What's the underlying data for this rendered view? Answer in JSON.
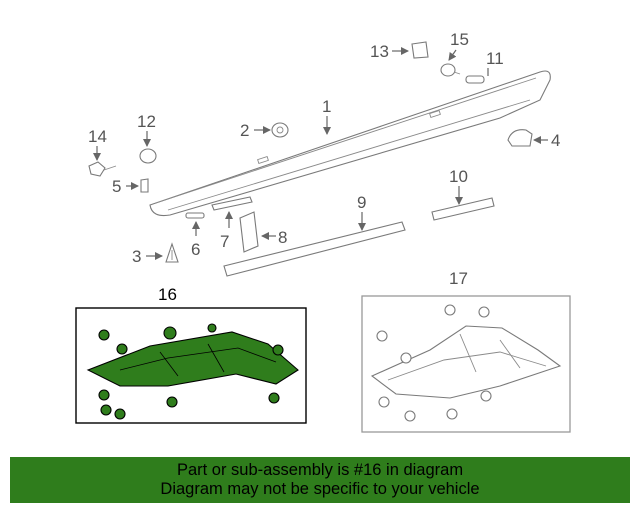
{
  "callouts": {
    "c1": "1",
    "c2": "2",
    "c3": "3",
    "c4": "4",
    "c5": "5",
    "c6": "6",
    "c7": "7",
    "c8": "8",
    "c9": "9",
    "c10": "10",
    "c11": "11",
    "c12": "12",
    "c13": "13",
    "c14": "14",
    "c15": "15",
    "c16": "16",
    "c17": "17"
  },
  "highlight": {
    "part_number": "16",
    "color": "#2f7d1c"
  },
  "banner": {
    "line1": "Part or sub-assembly is #16 in diagram",
    "line2": "Diagram may not be specific to your vehicle",
    "background": "#2f7d1c"
  }
}
